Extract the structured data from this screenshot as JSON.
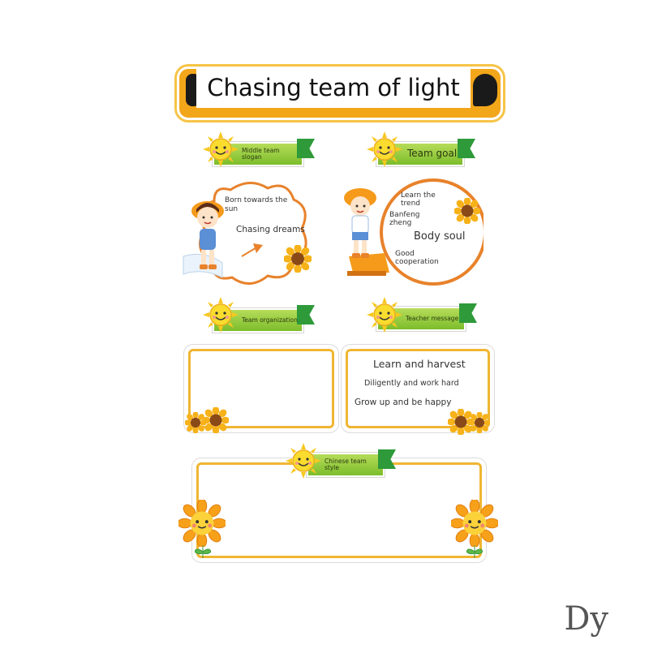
{
  "header": {
    "title": "Chasing team of light"
  },
  "badges": {
    "slogan": "Middle team slogan",
    "goal": "Team goal",
    "organization": "Team organization",
    "teacher": "Teacher message",
    "style": "Chinese team style"
  },
  "slogan_card": {
    "line1": "Born towards the",
    "line2": "sun",
    "line3": "Chasing dreams"
  },
  "goal_card": {
    "line1": "Learn the",
    "line2": "trend",
    "line3": "Banfeng",
    "line4": "zheng",
    "line5": "Body soul",
    "line6": "Good",
    "line7": "cooperation"
  },
  "harvest_card": {
    "line1": "Learn and harvest",
    "line2": "Diligently and work hard",
    "line3": "Grow up and be happy"
  },
  "colors": {
    "accent": "#f0b632",
    "ribbon": "#8cc63f",
    "flag": "#2e9a3a",
    "orange": "#e8822b",
    "sun": "#f7d21e"
  },
  "signature": "Dy"
}
